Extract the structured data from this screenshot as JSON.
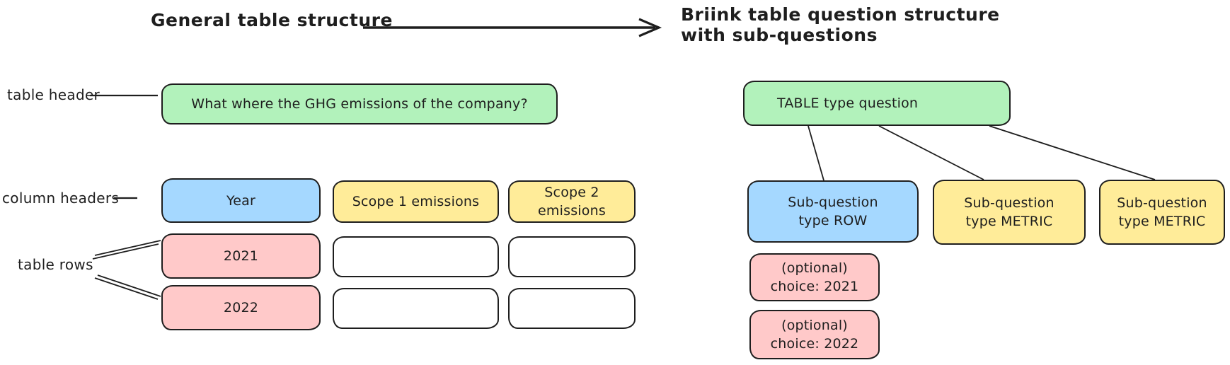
{
  "titles": {
    "left": "General table structure",
    "right_line1": "Briink table question structure",
    "right_line2": "with sub-questions"
  },
  "left_diagram": {
    "label_table_header": "table header",
    "label_column_headers": "column headers",
    "label_table_rows": "table rows",
    "header_question": "What where the GHG emissions of the company?",
    "columns": [
      "Year",
      "Scope 1 emissions",
      "Scope 2 emissions"
    ],
    "rows": [
      "2021",
      "2022"
    ]
  },
  "right_diagram": {
    "root_label": "TABLE type question",
    "sub_row": {
      "line1": "Sub-question",
      "line2": "type ROW"
    },
    "sub_metric_1": {
      "line1": "Sub-question",
      "line2": "type METRIC"
    },
    "sub_metric_2": {
      "line1": "Sub-question",
      "line2": "type METRIC"
    },
    "choice_1": {
      "line1": "(optional)",
      "line2": "choice: 2021"
    },
    "choice_2": {
      "line1": "(optional)",
      "line2": "choice: 2022"
    }
  },
  "colors": {
    "green": "#b2f2bb",
    "blue": "#a5d8ff",
    "yellow": "#ffec99",
    "pink": "#ffc9c9",
    "white": "#ffffff",
    "stroke": "#1e1e1e",
    "background": "#ffffff"
  }
}
